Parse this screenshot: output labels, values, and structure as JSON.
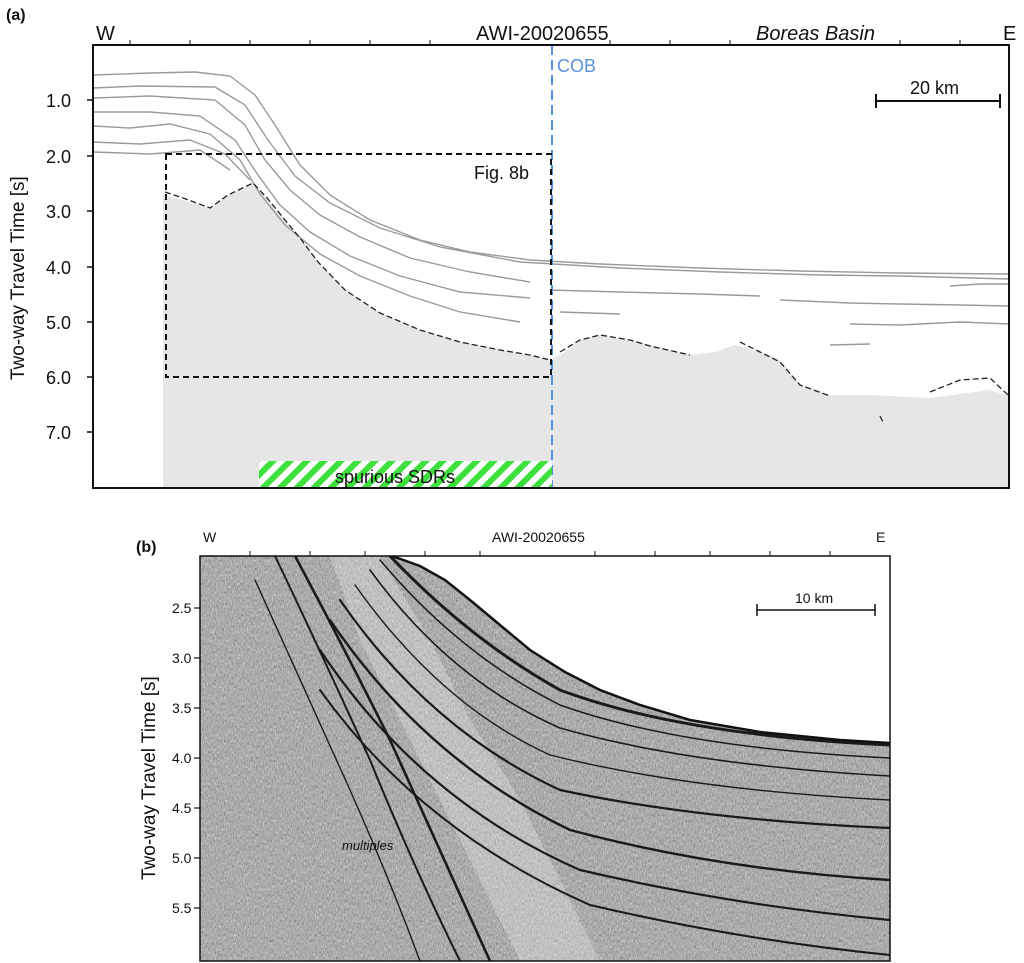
{
  "panel_a": {
    "label_open": "(",
    "label_letter": "a",
    "label_close": ")",
    "west": "W",
    "east": "E",
    "profile": "AWI-20020655",
    "basin": "Boreas Basin",
    "cob": "COB",
    "scale": "20 km",
    "box_label": "Fig. 8b",
    "sdr_label": "spurious SDRs",
    "y_axis_label": "Two-way Travel Time [s]",
    "y_ticks": [
      "1.0",
      "2.0",
      "3.0",
      "4.0",
      "5.0",
      "6.0",
      "7.0"
    ],
    "colors": {
      "cob_line": "#5b8fe0",
      "sdr_hatch": "#3ee03e",
      "basement": "#e6e6e6"
    }
  },
  "panel_b": {
    "label_open": "(",
    "label_letter": "b",
    "label_close": ")",
    "west": "W",
    "east": "E",
    "profile": "AWI-20020655",
    "scale": "10 km",
    "annotation": "multiples",
    "y_axis_label": "Two-way Travel Time [s]",
    "y_ticks": [
      "2.5",
      "3.0",
      "3.5",
      "4.0",
      "4.5",
      "5.0",
      "5.5"
    ]
  }
}
